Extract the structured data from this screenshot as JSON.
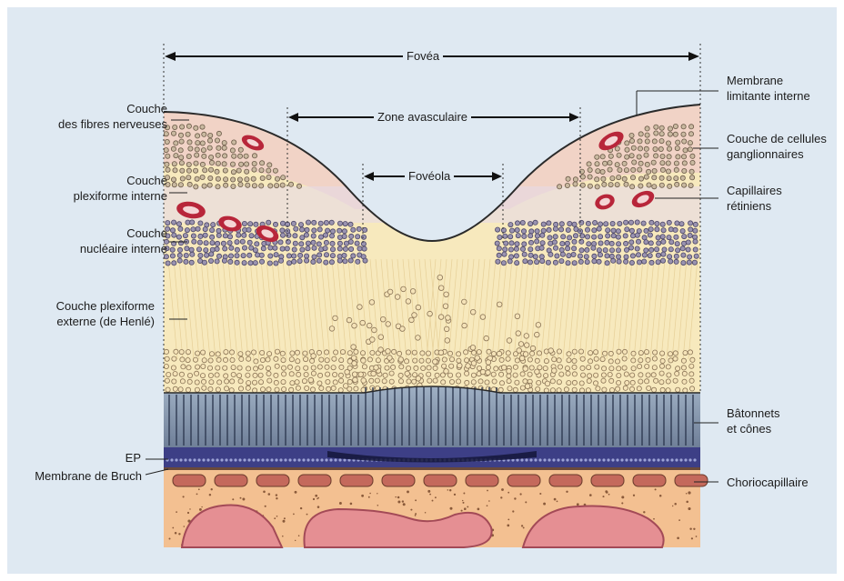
{
  "figure": {
    "dimension_labels": {
      "fovea": "Fovéa",
      "avascular_zone": "Zone avasculaire",
      "foveola": "Fovéola"
    },
    "left_labels": {
      "nerve_fiber_layer": [
        "Couche",
        "des fibres nerveuses"
      ],
      "inner_plexiform_layer": [
        "Couche",
        "plexiforme interne"
      ],
      "inner_nuclear_layer": [
        "Couche",
        "nucléaire interne"
      ],
      "outer_plexiform_layer": [
        "Couche plexiforme",
        "externe (de Henlé)"
      ],
      "rpe": [
        "EP"
      ],
      "bruch_membrane": [
        "Membrane de Bruch"
      ]
    },
    "right_labels": {
      "inner_limiting_membrane": [
        "Membrane",
        "limitante interne"
      ],
      "ganglion_cell_layer": [
        "Couche de cellules",
        "ganglionnaires"
      ],
      "retinal_capillaries": [
        "Capillaires",
        "rétiniens"
      ],
      "rods_cones": [
        "Bâtonnets",
        "et cônes"
      ],
      "choriocapillaris": [
        "Choriocapillaire"
      ]
    },
    "colors": {
      "background": "#dfe9f2",
      "nerve_fiber": "#f1d8c8",
      "plexiform": "#f6e7b2",
      "photoreceptor": "#8798ad",
      "rpe": "#3d3f86",
      "choroid": "#f3c091",
      "vessel": "#b8263a"
    }
  }
}
